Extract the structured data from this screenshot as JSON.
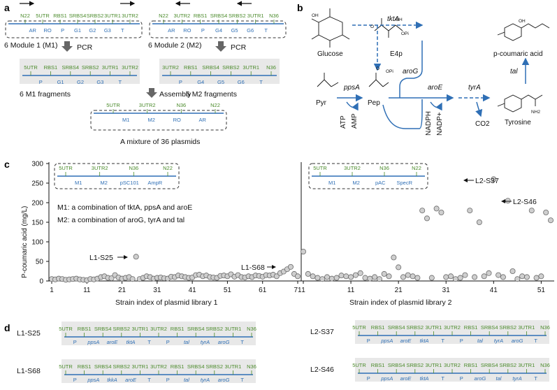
{
  "panel_labels": {
    "a": "a",
    "b": "b",
    "c": "c",
    "d": "d"
  },
  "panel_a": {
    "module1": {
      "top": [
        "N22",
        "5UTR",
        "RBS1",
        "SRBS4",
        "SRBS2",
        "3UTR1",
        "3UTR2"
      ],
      "bottom": [
        "AR",
        "RO",
        "P",
        "G1",
        "G2",
        "G3",
        "T"
      ],
      "caption": "6 Module 1 (M1)"
    },
    "module2": {
      "top": [
        "N22",
        "3UTR2",
        "RBS1",
        "SRBS4",
        "SRBS2",
        "3UTR1",
        "N36"
      ],
      "bottom": [
        "AR",
        "RO",
        "P",
        "G4",
        "G5",
        "G6",
        "T"
      ],
      "caption": "6 Module 2 (M2)"
    },
    "pcr": "PCR",
    "frag1": {
      "top": [
        "5UTR",
        "RBS1",
        "SRBS4",
        "SRBS2",
        "3UTR1",
        "3UTR2"
      ],
      "bottom": [
        "P",
        "G1",
        "G2",
        "G3",
        "T"
      ],
      "caption": "6 M1 fragments"
    },
    "frag2": {
      "top": [
        "3UTR2",
        "RBS1",
        "SRBS4",
        "SRBS2",
        "3UTR1",
        "N36"
      ],
      "bottom": [
        "P",
        "G4",
        "G5",
        "G6",
        "T"
      ],
      "caption": "6 M2 fragments"
    },
    "assembly": "Assembly",
    "mix": {
      "top": [
        "5UTR",
        "3UTR2",
        "N36",
        "N22"
      ],
      "bottom": [
        "M1",
        "M2",
        "RO",
        "AR"
      ],
      "caption": "A mixture of 36 plasmids"
    }
  },
  "panel_b": {
    "glucose": "Glucose",
    "e4p": "E4p",
    "pcoumaric": "p-coumaric acid",
    "pyr": "Pyr",
    "pep": "Pep",
    "tyrosine": "Tyrosine",
    "enz": {
      "tktA": "tktA",
      "ppsA": "ppsA",
      "aroG": "aroG",
      "aroE": "aroE",
      "tyrA": "tyrA",
      "tal": "tal"
    },
    "atp": "ATP",
    "amp": "AMP",
    "nadph": "NADPH",
    "nadp": "NADP+",
    "co2": "CO2",
    "oh": "OH",
    "o": "O",
    "oh2": "OH",
    "op": "OPi",
    "nh2": "NH2"
  },
  "panel_c": {
    "ylabel": "P-coumaric acid (mg/L)",
    "xlabel1": "Strain index of plasmid library 1",
    "xlabel2": "Strain index of plasmid library 2",
    "yticks": [
      0,
      50,
      100,
      150,
      200,
      250,
      300
    ],
    "xticks1": [
      1,
      11,
      21,
      31,
      41,
      51,
      61,
      71
    ],
    "xticks2": [
      1,
      11,
      21,
      31,
      41,
      51
    ],
    "m1_note": "M1: a combination of tktA, ppsA and aroE",
    "m2_note": "M2: a combination of aroG, tyrA and tal",
    "inset1": {
      "top": [
        "5UTR",
        "3UTR2",
        "N36",
        "N22"
      ],
      "bottom": [
        "M1",
        "M2",
        "pSC101",
        "AmpR"
      ]
    },
    "inset2": {
      "top": [
        "5UTR",
        "3UTR2",
        "N36",
        "N22"
      ],
      "bottom": [
        "M1",
        "M2",
        "pAC",
        "SpecR"
      ]
    },
    "callouts": {
      "l1s25": "L1-S25",
      "l1s68": "L1-S68",
      "l2s37": "L2-S37",
      "l2s46": "L2-S46"
    },
    "chart_data": {
      "type": "scatter",
      "ylim": [
        0,
        300
      ],
      "series": [
        {
          "values": [
            5,
            4,
            6,
            5,
            3,
            4,
            5,
            6,
            4,
            3,
            2,
            5,
            4,
            6,
            10,
            12,
            8,
            7,
            15,
            9,
            6,
            8,
            10,
            5,
            62,
            5,
            8,
            12,
            10,
            6,
            8,
            9,
            7,
            6,
            11,
            10,
            14,
            12,
            10,
            8,
            9,
            15,
            16,
            12,
            14,
            10,
            9,
            8,
            13,
            14,
            12,
            17,
            11,
            15,
            10,
            9,
            12,
            10,
            14,
            13,
            11,
            15,
            14,
            16,
            12,
            20,
            24,
            30,
            36,
            18,
            12
          ]
        },
        {
          "values": [
            75,
            18,
            12,
            8,
            5,
            10,
            6,
            8,
            14,
            12,
            10,
            15,
            20,
            8,
            6,
            10,
            5,
            18,
            12,
            60,
            35,
            10,
            15,
            12,
            8,
            180,
            160,
            8,
            185,
            175,
            10,
            12,
            5,
            8,
            15,
            180,
            10,
            150,
            12,
            20,
            260,
            15,
            10,
            205,
            25,
            5,
            12,
            10,
            180,
            8,
            12,
            175,
            155
          ]
        }
      ]
    }
  },
  "panel_d": {
    "top_labels": [
      "5UTR",
      "RBS1",
      "SRBS4",
      "SRBS2",
      "3UTR1",
      "3UTR2",
      "RBS1",
      "SRBS4",
      "SRBS2",
      "3UTR1",
      "N36"
    ],
    "rows": [
      {
        "name": "L1-S25",
        "genes": [
          "P",
          "ppsA",
          "aroE",
          "tktA",
          "T",
          "P",
          "tal",
          "tyrA",
          "aroG",
          "T"
        ]
      },
      {
        "name": "L1-S68",
        "genes": [
          "P",
          "ppsA",
          "tkkA",
          "aroE",
          "T",
          "P",
          "tal",
          "tyrA",
          "aroG",
          "T"
        ]
      },
      {
        "name": "L2-S37",
        "genes": [
          "P",
          "ppsA",
          "aroE",
          "tktA",
          "T",
          "P",
          "tal",
          "tyrA",
          "aroG",
          "T"
        ]
      },
      {
        "name": "L2-S46",
        "genes": [
          "P",
          "ppsA",
          "aroE",
          "tktA",
          "T",
          "P",
          "aroG",
          "tal",
          "tyrA",
          "T"
        ]
      }
    ]
  },
  "colors": {
    "blue": "#2f6fb5",
    "green": "#4a8a2a",
    "grey_box": "#e8e8e8",
    "dot_fill": "#cfcfcf",
    "dot_stroke": "#6a6a6a"
  }
}
